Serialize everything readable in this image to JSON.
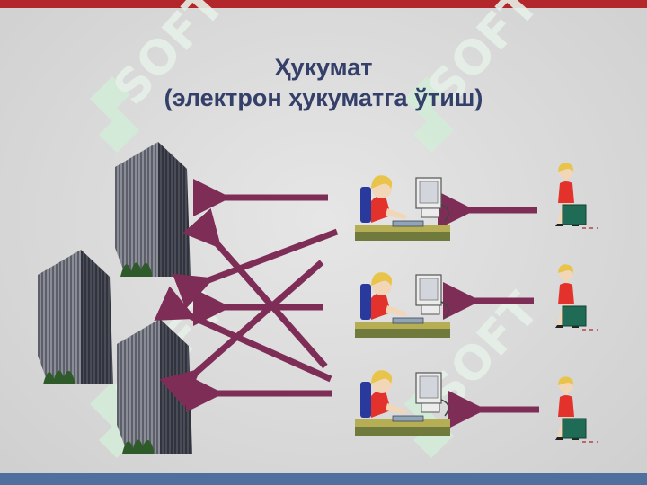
{
  "slide": {
    "title_line1": "Ҳукумат",
    "title_line2": "(электрон ҳукуматга ўтиш)"
  },
  "watermark": {
    "text": "SOFT",
    "color": "#e6f1e8",
    "mark_color": "#d4ecd9"
  },
  "colors": {
    "top_bar": "#b3262b",
    "bottom_bar": "#4f6f9c",
    "arrow": "#7e2e56",
    "title": "#35406a"
  },
  "icons": {
    "buildings": "office-tower-icon",
    "operators": "office-worker-at-computer-icon",
    "citizens": "citizen-with-briefcase-icon"
  }
}
